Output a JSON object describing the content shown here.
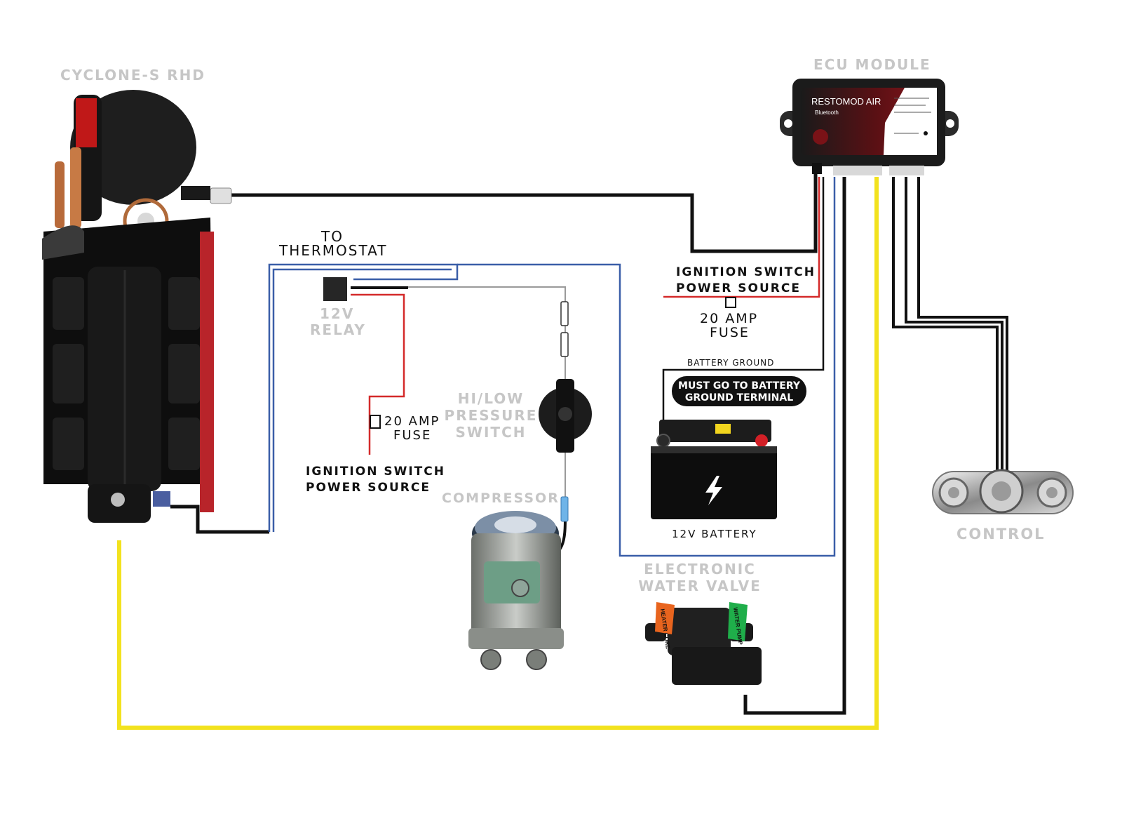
{
  "labels": {
    "cyclone": "CYCLONE-S RHD",
    "ecu": "ECU MODULE",
    "ecu_brand": "RESTOMOD AIR",
    "ecu_bluetooth": "Bluetooth",
    "to": "TO",
    "thermostat": "THERMOSTAT",
    "relay_12v": "12V",
    "relay": "RELAY",
    "ign1_line1": "IGNITION SWITCH",
    "ign1_line2": "POWER SOURCE",
    "fuse1_line1": "20 AMP",
    "fuse1_line2": "FUSE",
    "fuse2_line1": "20 AMP",
    "fuse2_line2": "FUSE",
    "ign2_line1": "IGNITION SWITCH",
    "ign2_line2": "POWER SOURCE",
    "battery_ground": "BATTERY GROUND",
    "badge_line1": "MUST GO TO BATTERY",
    "badge_line2": "GROUND TERMINAL",
    "hilow_line1": "HI/LOW",
    "hilow_line2": "PRESSURE",
    "hilow_line3": "SWITCH",
    "compressor": "COMPRESSOR",
    "battery": "12V BATTERY",
    "water_line1": "ELECTRONIC",
    "water_line2": "WATER VALVE",
    "heater_core": "HEATER CORE",
    "water_pump": "WATER PUMP",
    "control": "CONTROL"
  },
  "colors": {
    "black_wire": "#111111",
    "red_wire": "#d42a2a",
    "blue_wire": "#3a5ea8",
    "yellow_wire": "#f2e21e",
    "label_gray": "#c6c6c6",
    "heater_tag": "#e8641e",
    "pump_tag": "#1fae4a"
  }
}
